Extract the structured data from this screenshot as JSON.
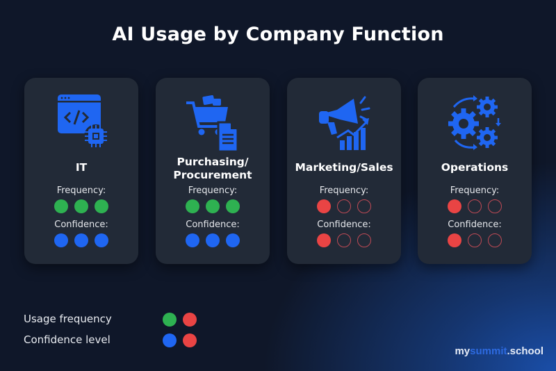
{
  "title": "AI Usage by Company Function",
  "cards": [
    {
      "name": "IT",
      "icon": "code-window-chip-icon",
      "frequency_label": "Frequency:",
      "confidence_label": "Confidence:",
      "frequency": 3,
      "confidence": 3,
      "frequency_level": "high",
      "confidence_level": "high"
    },
    {
      "name": "Purchasing/\nProcurement",
      "name_line1": "Purchasing/",
      "name_line2": "Procurement",
      "icon": "shopping-cart-document-icon",
      "frequency_label": "Frequency:",
      "confidence_label": "Confidence:",
      "frequency": 3,
      "confidence": 3,
      "frequency_level": "high",
      "confidence_level": "high"
    },
    {
      "name": "Marketing/Sales",
      "icon": "megaphone-chart-icon",
      "frequency_label": "Frequency:",
      "confidence_label": "Confidence:",
      "frequency": 1,
      "confidence": 1,
      "frequency_level": "low",
      "confidence_level": "low"
    },
    {
      "name": "Operations",
      "icon": "gears-icon",
      "frequency_label": "Frequency:",
      "confidence_label": "Confidence:",
      "frequency": 1,
      "confidence": 1,
      "frequency_level": "low",
      "confidence_level": "low"
    }
  ],
  "legend": [
    {
      "label": "Usage frequency",
      "colors": [
        "#2eb151",
        "#e94444"
      ]
    },
    {
      "label": "Confidence level",
      "colors": [
        "#1f66f2",
        "#e94444"
      ]
    }
  ],
  "brand": {
    "part1": "my",
    "part2": "summit",
    "part3": ".school"
  },
  "colors": {
    "high_frequency": "#2eb151",
    "high_confidence": "#1f66f2",
    "low": "#e94444",
    "icon": "#1f66f2",
    "card": "#222a37",
    "background": "#0f1729"
  }
}
